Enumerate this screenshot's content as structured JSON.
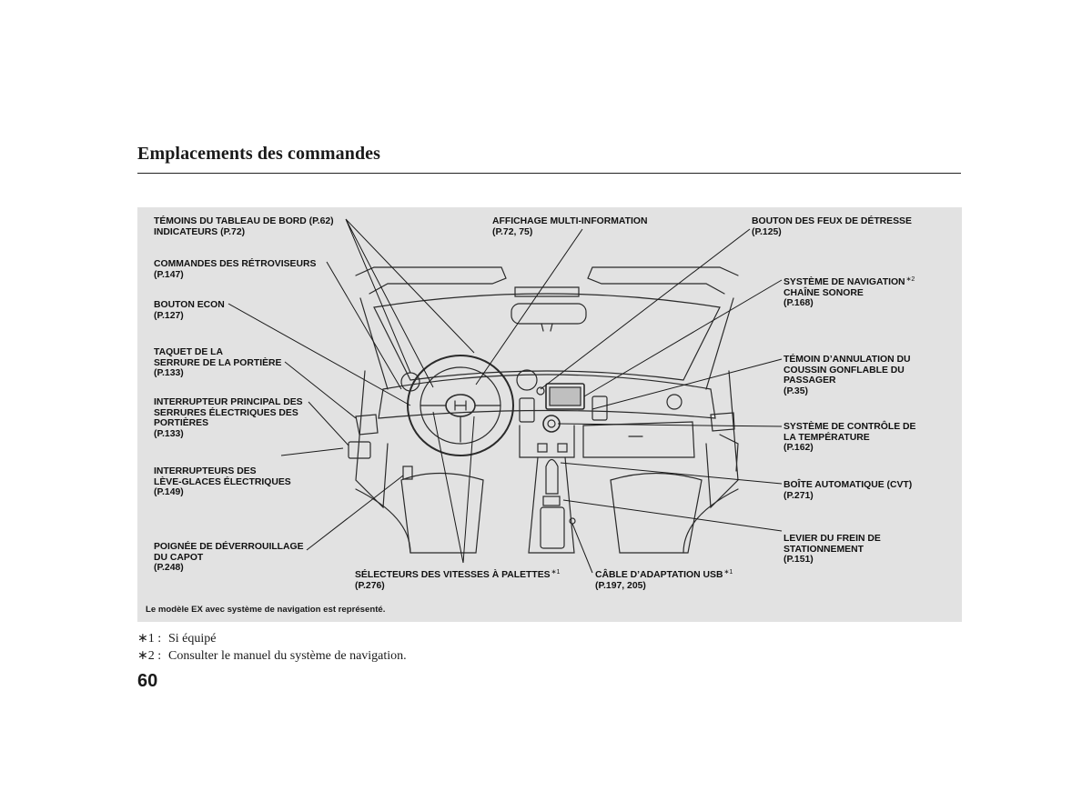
{
  "page": {
    "title": "Emplacements des commandes",
    "page_number": "60"
  },
  "labels": {
    "temoins": {
      "lines": [
        "TÉMOINS DU TABLEAU DE BORD (P.62)",
        "INDICATEURS (P.72)"
      ]
    },
    "retroviseurs": {
      "lines": [
        "COMMANDES DES RÉTROVISEURS",
        "(P.147)"
      ]
    },
    "econ": {
      "lines": [
        "BOUTON ECON",
        "(P.127)"
      ]
    },
    "taquet": {
      "lines": [
        "TAQUET DE LA",
        "SERRURE DE LA PORTIÈRE",
        "(P.133)"
      ]
    },
    "interrupteur_serrures": {
      "lines": [
        "INTERRUPTEUR PRINCIPAL DES",
        "SERRURES ÉLECTRIQUES DES",
        "PORTIÈRES",
        "(P.133)"
      ]
    },
    "leve_glaces": {
      "lines": [
        "INTERRUPTEURS DES",
        "LÈVE-GLACES ÉLECTRIQUES",
        "(P.149)"
      ]
    },
    "capot": {
      "lines": [
        "POIGNÉE DE DÉVERROUILLAGE",
        "DU CAPOT",
        "(P.248)"
      ]
    },
    "palettes": {
      "lines": [
        "SÉLECTEURS DES VITESSES À PALETTES",
        "(P.276)"
      ],
      "mark": "∗1"
    },
    "usb": {
      "lines": [
        "CÂBLE D’ADAPTATION USB",
        "(P.197, 205)"
      ],
      "mark": "∗1"
    },
    "multi_info": {
      "lines": [
        "AFFICHAGE MULTI-INFORMATION",
        "(P.72, 75)"
      ]
    },
    "detresse": {
      "lines": [
        "BOUTON DES FEUX DE DÉTRESSE",
        "(P.125)"
      ]
    },
    "navigation": {
      "lines": [
        "SYSTÈME DE NAVIGATION",
        "CHAÎNE SONORE",
        "(P.168)"
      ],
      "mark": "∗2"
    },
    "coussin": {
      "lines": [
        "TÉMOIN D’ANNULATION DU",
        "COUSSIN GONFLABLE DU",
        "PASSAGER",
        "(P.35)"
      ]
    },
    "temperature": {
      "lines": [
        "SYSTÈME DE CONTRÔLE DE",
        "LA TEMPÉRATURE",
        "(P.162)"
      ]
    },
    "cvt": {
      "lines": [
        "BOÎTE AUTOMATIQUE (CVT)",
        "(P.271)"
      ]
    },
    "frein": {
      "lines": [
        "LEVIER DU FREIN DE",
        "STATIONNEMENT",
        "(P.151)"
      ]
    }
  },
  "diagram_note": "Le modèle EX avec système de navigation est représenté.",
  "footnotes": [
    {
      "mark": "∗1 :",
      "text": "Si équipé"
    },
    {
      "mark": "∗2 :",
      "text": "Consulter le manuel du système de navigation."
    }
  ]
}
